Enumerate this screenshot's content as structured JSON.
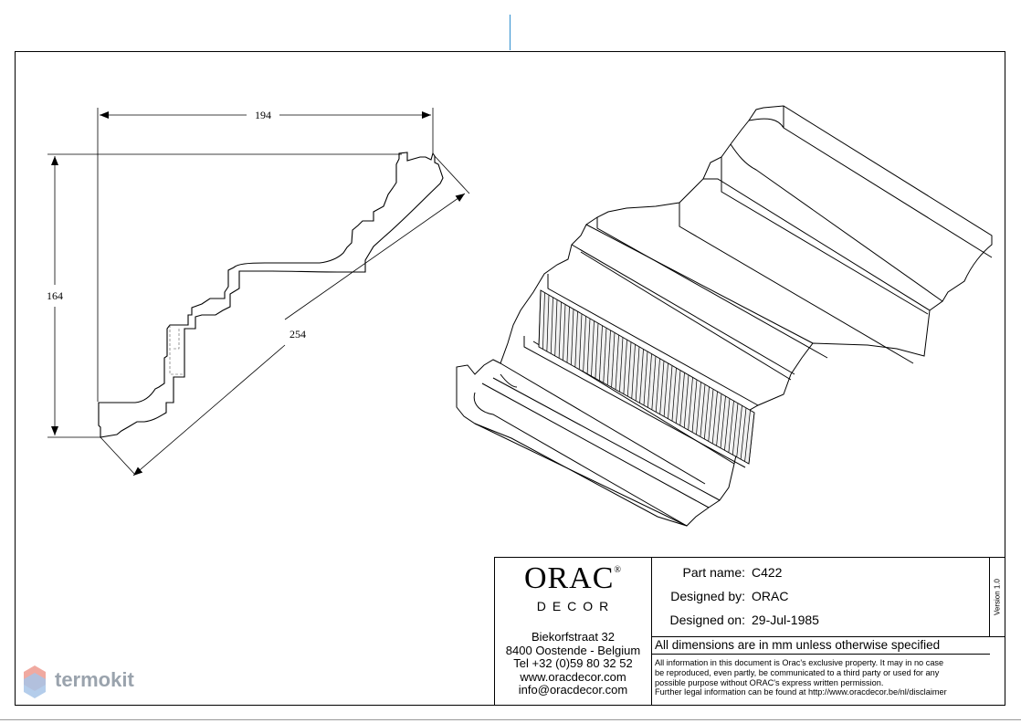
{
  "drawing": {
    "dim_width": "194",
    "dim_height": "164",
    "dim_diagonal": "254"
  },
  "logo": {
    "name": "ORAC",
    "registered": "®",
    "sub": "DECOR"
  },
  "address": {
    "street": "Biekorfstraat 32",
    "city": "8400 Oostende - Belgium",
    "tel": "Tel  +32 (0)59 80 32 52",
    "web": "www.oracdecor.com",
    "email": "info@oracdecor.com"
  },
  "fields": {
    "part_label": "Part name:",
    "part_value": "C422",
    "designer_label": "Designed by:",
    "designer_value": "ORAC",
    "date_label": "Designed on:",
    "date_value": "29-Jul-1985"
  },
  "version": "Version 1.0",
  "dimensions_note": "All dimensions are in mm unless otherwise specified",
  "legal": [
    "All information in this document is Orac's exclusive property.  It may in no case",
    "be reproduced, even partly, be communicated to a third party or used for any",
    "possible purpose without ORAC's express written permission.",
    "Further legal information can be found at http://www.oracdecor.be/nl/disclaimer"
  ],
  "watermark": "termokit"
}
